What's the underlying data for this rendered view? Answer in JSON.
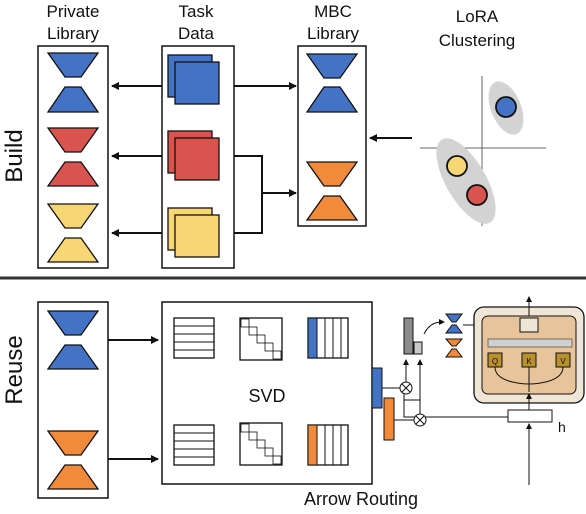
{
  "headers": {
    "private_library": [
      "Private",
      "Library"
    ],
    "task_data": [
      "Task",
      "Data"
    ],
    "mbc_library": [
      "MBC",
      "Library"
    ],
    "lora_clustering": [
      "LoRA",
      "Clustering"
    ]
  },
  "sections": {
    "build": "Build",
    "reuse": "Reuse"
  },
  "labels": {
    "svd": "SVD",
    "arrow_routing": "Arrow Routing",
    "h": "h",
    "q": "Q",
    "k": "K",
    "v": "V"
  },
  "colors": {
    "blue": "#4472c4",
    "red": "#d9534f",
    "yellow": "#f7d774",
    "orange": "#f28a3c",
    "attention_fill": "#e8c49a",
    "attention_box": "#f0e6d8",
    "qkv_fill": "#b8902e",
    "cluster_shade": "#d3d3d3"
  }
}
